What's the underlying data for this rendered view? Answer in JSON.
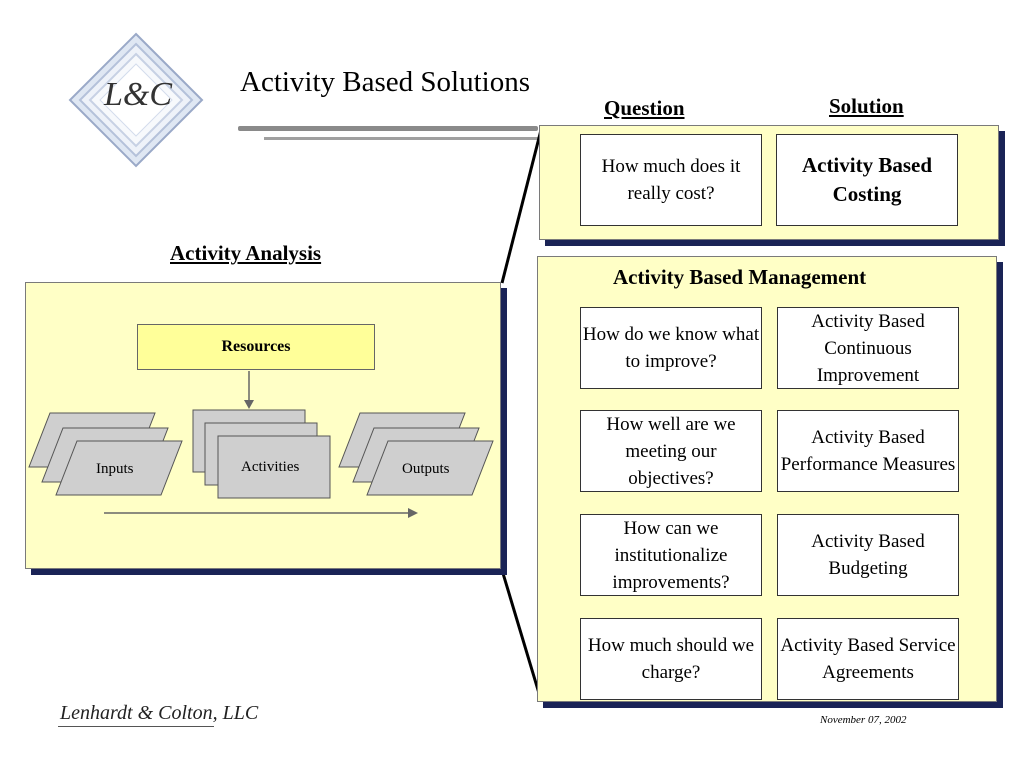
{
  "title": "Activity Based Solutions",
  "logo": {
    "letters": "L&C"
  },
  "headers": {
    "question": "Question",
    "solution": "Solution"
  },
  "top_row": {
    "question": "How much does it really cost?",
    "solution": "Activity Based Costing"
  },
  "abm": {
    "title": "Activity Based Management",
    "rows": [
      {
        "question": "How do we know what to improve?",
        "solution": "Activity Based Continuous Improvement"
      },
      {
        "question": "How well are we meeting our objectives?",
        "solution": "Activity Based Performance Measures"
      },
      {
        "question": "How can we institutionalize improvements?",
        "solution": "Activity Based Budgeting"
      },
      {
        "question": "How much should we charge?",
        "solution": "Activity Based Service Agreements"
      }
    ]
  },
  "analysis": {
    "title": "Activity Analysis",
    "resources": "Resources",
    "inputs": "Inputs",
    "activities": "Activities",
    "outputs": "Outputs"
  },
  "footer": {
    "company": "Lenhardt & Colton, LLC",
    "date": "November 07, 2002"
  },
  "colors": {
    "panel": "#ffffc6",
    "shadow": "#1a2356",
    "resources": "#ffff99",
    "shape": "#cfcfcf"
  }
}
